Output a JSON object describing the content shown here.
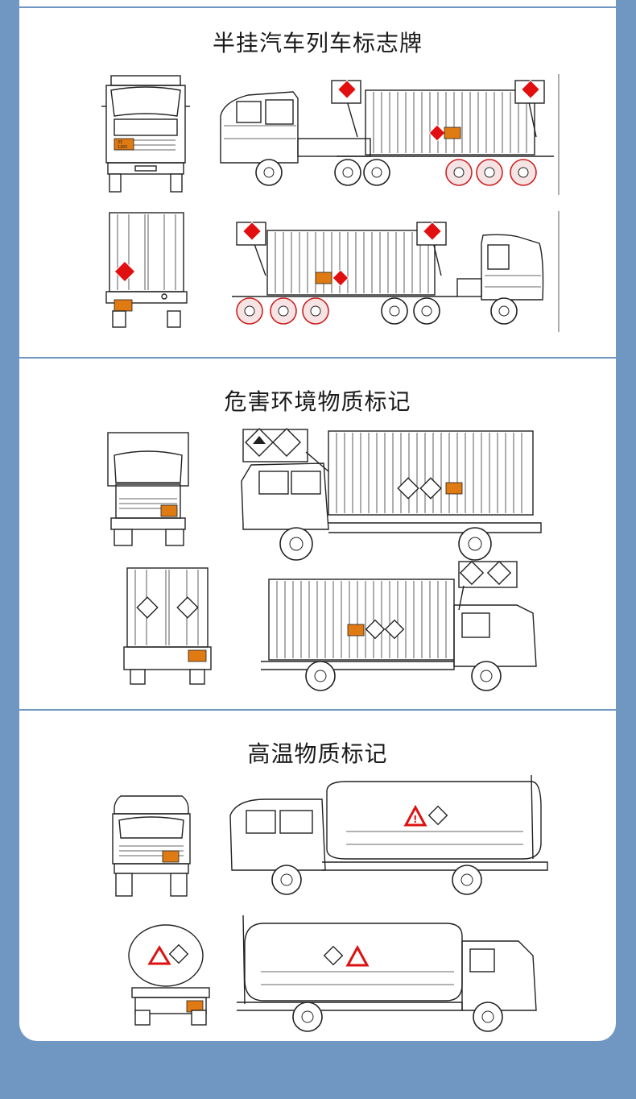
{
  "sections": [
    {
      "title": "半挂汽车列车标志牌"
    },
    {
      "title": "危害环境物质标记"
    },
    {
      "title": "高温物质标记"
    }
  ],
  "colors": {
    "background": "#6f97c1",
    "card": "#ffffff",
    "hazard_red": "#e10f0f",
    "plate_orange": "#e07a12"
  }
}
